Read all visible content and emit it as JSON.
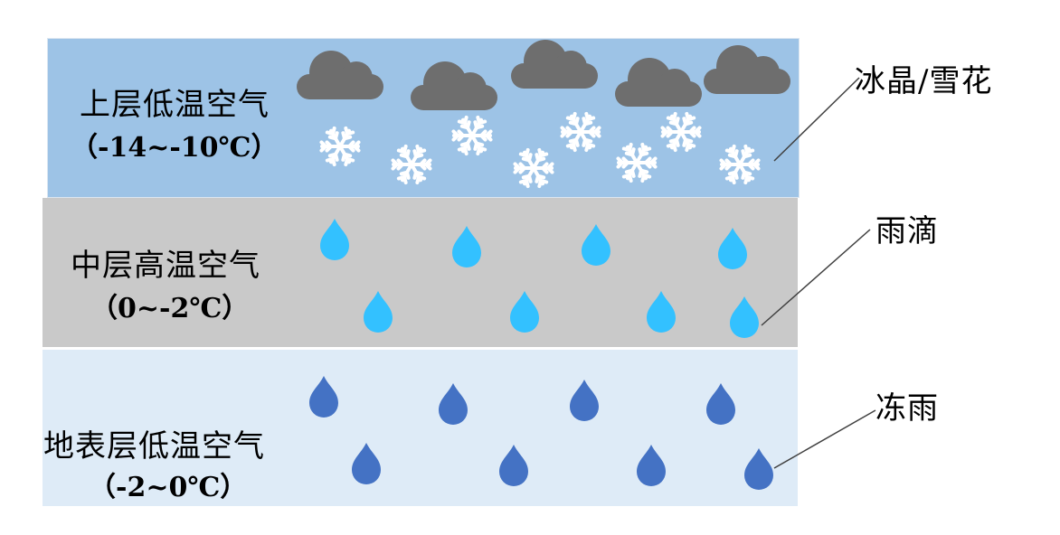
{
  "layers": {
    "upper": {
      "name": "上层低温空气",
      "temp": "（-14~-10℃）",
      "color": "#9dc3e6"
    },
    "middle": {
      "name": "中层高温空气",
      "temp": "（0~-2℃）",
      "color": "#c9c9c9"
    },
    "surface": {
      "name": "地表层低温空气",
      "temp": "（-2~0℃）",
      "color": "#deebf7"
    }
  },
  "callouts": {
    "snow": "冰晶/雪花",
    "rain": "雨滴",
    "freezing_rain": "冻雨"
  },
  "colors": {
    "cloud": "#6e6e6e",
    "snowflake": "#ffffff",
    "raindrop": "#33c1ff",
    "freezing_drop": "#4472c4",
    "leader_line": "#404040"
  },
  "icons": {
    "cloud": "cloud-icon",
    "snowflake": "snowflake-icon",
    "raindrop": "raindrop-icon",
    "freezing_drop": "freezing-raindrop-icon"
  }
}
